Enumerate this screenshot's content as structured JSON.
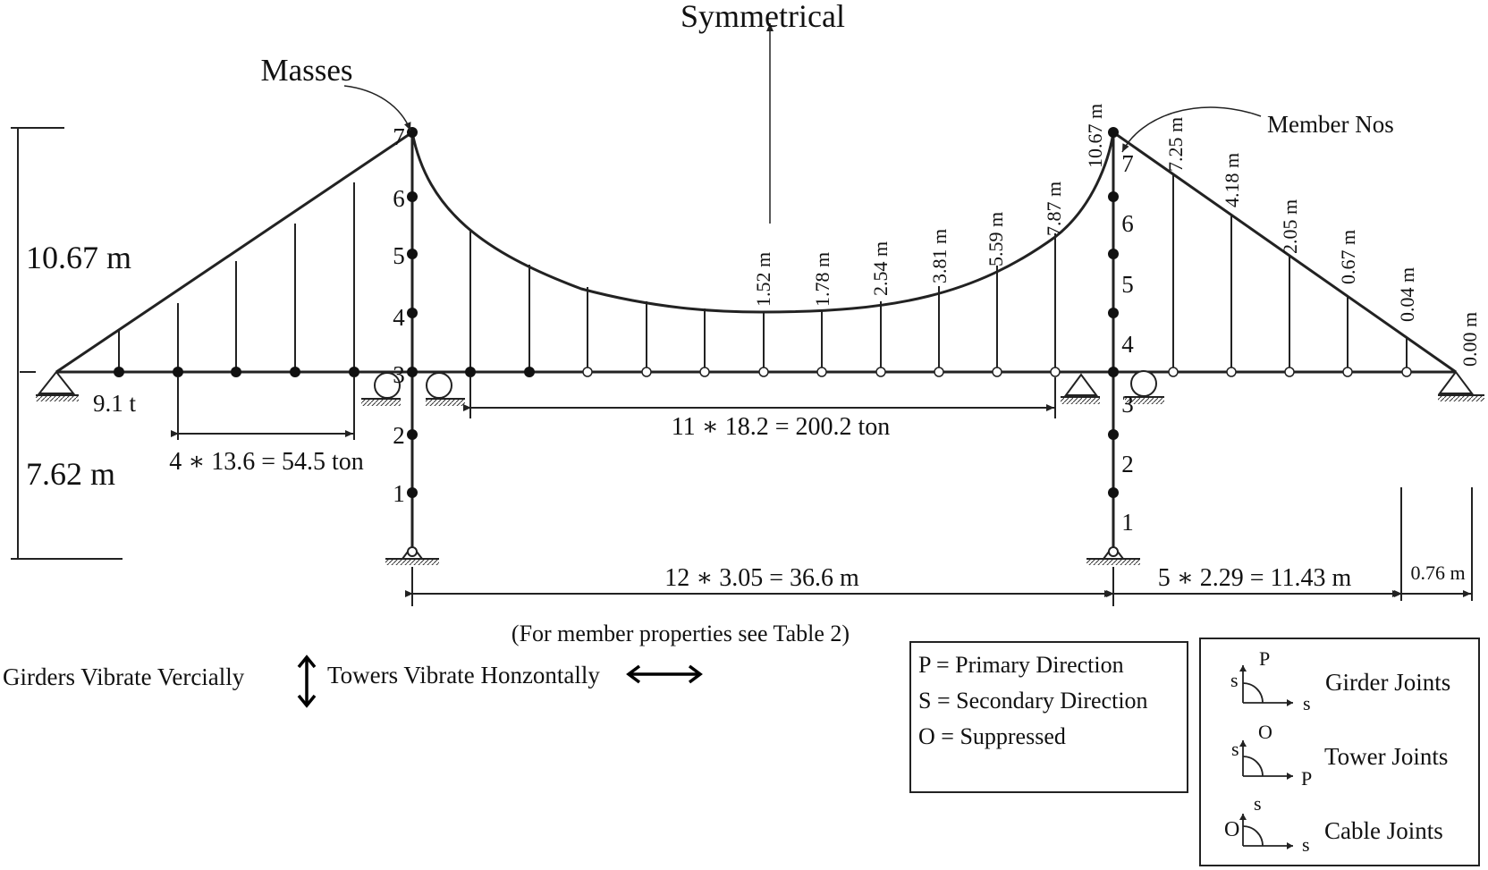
{
  "labels": {
    "symmetrical": "Symmetrical",
    "masses": "Masses",
    "member_nos": "Member Nos",
    "height_upper": "10.67 m",
    "height_lower": "7.62 m",
    "end_mass": "9.1 t",
    "side_masses": "4 ∗ 13.6 = 54.5 ton",
    "main_masses": "11 ∗ 18.2 = 200.2 ton",
    "main_span": "12 ∗ 3.05 = 36.6 m",
    "side_span": "5 ∗ 2.29 = 11.43 m",
    "end_length": "0.76 m",
    "table_note": "(For member properties see Table 2)",
    "girders": "Girders Vibrate Vercially",
    "towers": "Towers Vibrate Honzontally"
  },
  "tower_left_numbers": [
    "1",
    "2",
    "3",
    "4",
    "5",
    "6",
    "7"
  ],
  "tower_right_numbers": [
    "1",
    "2",
    "3",
    "4",
    "5",
    "6",
    "7"
  ],
  "main_hanger_lengths": [
    "1.52 m",
    "1.78 m",
    "2.54 m",
    "3.81 m",
    "5.59 m",
    "7.87 m",
    "10.67 m"
  ],
  "side_hanger_lengths": [
    "7.25 m",
    "4.18 m",
    "2.05 m",
    "0.67 m",
    "0.04 m",
    "0.00 m"
  ],
  "legend_directions": {
    "primary": "P = Primary Direction",
    "secondary": "S = Secondary Direction",
    "suppressed": "O = Suppressed"
  },
  "legend_joints": [
    {
      "name": "Girder Joints",
      "top": "P",
      "left": "s",
      "right": "s"
    },
    {
      "name": "Tower Joints",
      "top": "O",
      "left": "s",
      "right": "P"
    },
    {
      "name": "Cable Joints",
      "top": "s",
      "left": "O",
      "right": "s"
    }
  ]
}
